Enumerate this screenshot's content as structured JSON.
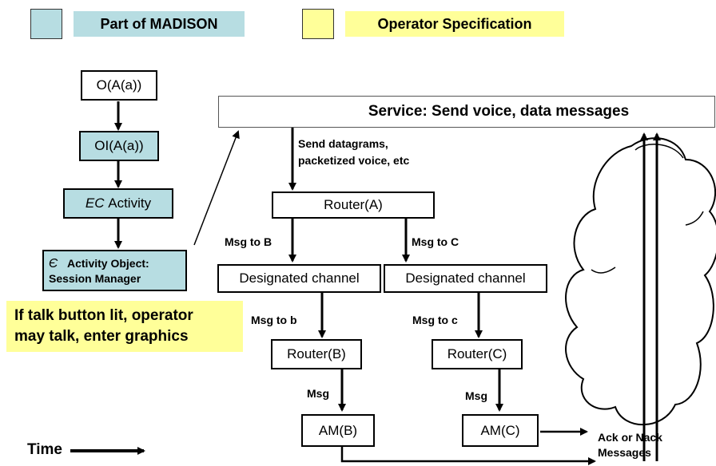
{
  "legend": {
    "madison_color": "#b7dde2",
    "madison_label": "Part of MADISON",
    "operator_color": "#ffff99",
    "operator_label": "Operator Specification"
  },
  "left_chain": {
    "box1": "O(A(a))",
    "box2": "OI(A(a))",
    "box3_prefix": "EC",
    "box3_suffix": "Activity",
    "box4_symbol": "Є",
    "box4_line1": "Activity Object:",
    "box4_line2": "Session Manager"
  },
  "operator_note": {
    "line1": "If talk button lit, operator",
    "line2": "may talk, enter graphics"
  },
  "service": {
    "label": "Service: Send voice, data messages"
  },
  "send_label": {
    "line1": "Send datagrams,",
    "line2": "packetized voice, etc"
  },
  "router_a": "Router(A)",
  "msg_to_b": "Msg to B",
  "msg_to_c": "Msg to C",
  "channel_left": "Designated channel",
  "channel_right": "Designated channel",
  "msg_to_b_lower": "Msg to b",
  "msg_to_c_lower": "Msg to c",
  "router_b": "Router(B)",
  "router_c": "Router(C)",
  "msg_left": "Msg",
  "msg_right": "Msg",
  "am_b": "AM(B)",
  "am_c": "AM(C)",
  "ack": {
    "line1": "Ack or Nack",
    "line2": "Messages"
  },
  "time_label": "Time"
}
